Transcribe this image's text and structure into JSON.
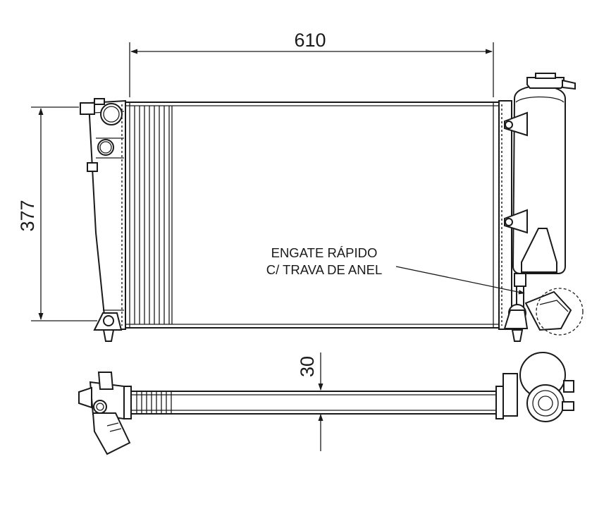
{
  "dimensions": {
    "width": "610",
    "height": "377",
    "depth": "30"
  },
  "callout": {
    "line1": "ENGATE RÁPIDO",
    "line2": "C/ TRAVA DE ANEL"
  },
  "colors": {
    "ink": "#1a1a1a",
    "background": "#ffffff"
  }
}
